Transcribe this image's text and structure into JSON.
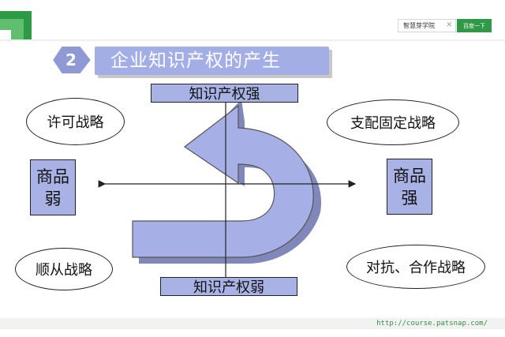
{
  "header": {
    "search_value": "智慧芽学院",
    "search_button": "百度一下",
    "clear_symbol": "✕"
  },
  "title": {
    "number": "2",
    "text": "企业知识产权的产生"
  },
  "diagram": {
    "top_label": "知识产权强",
    "bottom_label": "知识产权弱",
    "left_label_line1": "商品",
    "left_label_line2": "弱",
    "right_label_line1": "商品",
    "right_label_line2": "强",
    "top_left": "许可战略",
    "top_right": "支配固定战略",
    "bottom_left": "顺从战略",
    "bottom_right": "对抗、合作战略"
  },
  "footer": {
    "url": "http://course.patsnap.com/"
  },
  "colors": {
    "brand_green": "#2f9a45",
    "banner": "#a4aee6",
    "box_fill": "#a9b2e4",
    "arrow_fill": "#a7b0e6"
  }
}
